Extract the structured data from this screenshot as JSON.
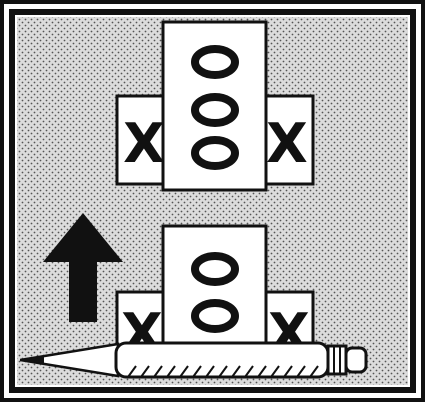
{
  "illustration": {
    "top_group": {
      "left_tab": "X",
      "right_tab": "X",
      "center_marks": [
        "0",
        "0",
        "0"
      ]
    },
    "bottom_group": {
      "left_tab": "X",
      "right_tab": "X",
      "center_marks": [
        "0",
        "0"
      ]
    },
    "icons": [
      "up-arrow-icon",
      "pencil-icon"
    ],
    "colors": {
      "background": "#d9d9d9",
      "stipple": "#555555",
      "ink": "#111111",
      "paper": "#ffffff"
    }
  }
}
